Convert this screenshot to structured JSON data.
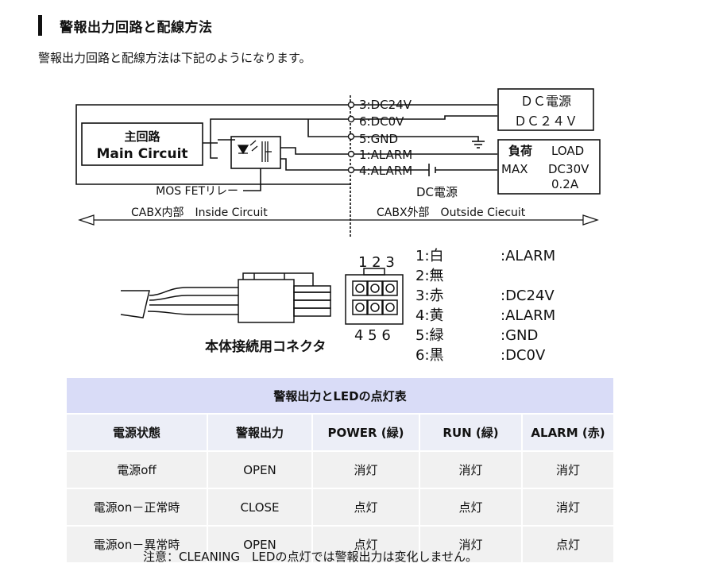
{
  "heading": "警報出力回路と配線方法",
  "intro": "警報出力回路と配線方法は下記のようになります。",
  "diagram": {
    "main_circuit_jp": "主回路",
    "main_circuit_en": "Main Circuit",
    "mosfet_label": "MOS FETリレー",
    "inside_label": "CABX内部　Inside Circuit",
    "outside_label": "CABX外部　Outside Ciecuit",
    "terminals": [
      "3:DC24V",
      "6:DC0V",
      "5:GND",
      "1:ALARM",
      "4:ALARM"
    ],
    "dc_supply_line1": "ＤＣ電源",
    "dc_supply_line2": "ＤＣ２４Ｖ",
    "load_jp": "負荷",
    "load_en": "LOAD",
    "max_label": "MAX",
    "max_voltage": "DC30V",
    "max_current": "0.2A",
    "dc_source_label": "DC電源",
    "connector_top_pins": "1 2 3",
    "connector_bottom_pins": "4 5 6",
    "connector_label": "本体接続用コネクタ",
    "pin_list": [
      {
        "pin": "1:白",
        "signal": ":ALARM"
      },
      {
        "pin": "2:無",
        "signal": ""
      },
      {
        "pin": "3:赤",
        "signal": ":DC24V"
      },
      {
        "pin": "4:黄",
        "signal": ":ALARM"
      },
      {
        "pin": "5:緑",
        "signal": ":GND"
      },
      {
        "pin": "6:黒",
        "signal": ":DC0V"
      }
    ]
  },
  "table": {
    "title": "警報出力とLEDの点灯表",
    "headers": [
      "電源状態",
      "警報出力",
      "POWER (緑)",
      "RUN (緑)",
      "ALARM (赤)"
    ],
    "rows": [
      [
        "電源off",
        "OPEN",
        "消灯",
        "消灯",
        "消灯"
      ],
      [
        "電源on－正常時",
        "CLOSE",
        "点灯",
        "点灯",
        "消灯"
      ],
      [
        "電源on－異常時",
        "OPEN",
        "点灯",
        "消灯",
        "点灯"
      ]
    ]
  },
  "note": "注意：CLEANING　LEDの点灯では警報出力は変化しません。"
}
